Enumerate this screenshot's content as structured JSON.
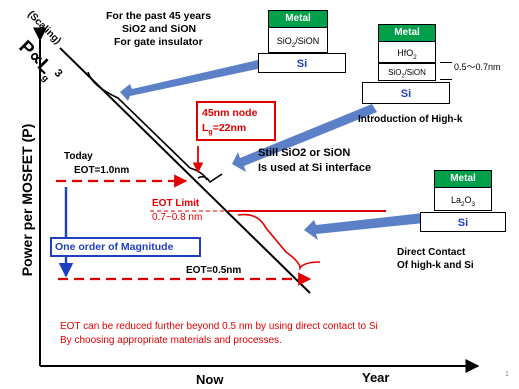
{
  "axes": {
    "y_label": "Power per MOSFET (P)",
    "x_label_now": "Now",
    "x_label_year": "Year"
  },
  "scaling": {
    "label": "(Scaling)",
    "formula_p": "P",
    "formula_prop": "∝",
    "formula_l": "L",
    "formula_sub": "g",
    "formula_exp": "3"
  },
  "past": {
    "line1": "For  the past 45 years",
    "line2": "SiO2 and SiON",
    "line3": "For gate insulator"
  },
  "stack1": {
    "metal": "Metal",
    "oxide": "SiO2/SiON",
    "si": "Si"
  },
  "stack2": {
    "metal": "Metal",
    "oxide": "HfO2",
    "interface": "SiO2/SiON",
    "si": "Si",
    "thickness": "0.5～0.7nm",
    "caption": "Introduction of High-k"
  },
  "stack3": {
    "metal": "Metal",
    "oxide": "La2O3",
    "si": "Si",
    "caption1": "Direct Contact",
    "caption2": "Of high-k and Si"
  },
  "node": {
    "line1": "45nm node",
    "line2_l": "L",
    "line2_sub": "g",
    "line2_rest": "=22nm"
  },
  "still": {
    "line1": "Still SiO2 or SiON",
    "line2": "Is used at Si interface"
  },
  "today": {
    "label": "Today",
    "eot": "EOT=1.0nm"
  },
  "eot_limit": {
    "label": "EOT Limit",
    "range": "0.7~0.8 nm"
  },
  "magnitude": "One order of Magnitude",
  "eot_future": "EOT=0.5nm",
  "conclusion": {
    "line1": "EOT can be reduced further beyond 0.5 nm by using direct contact to Si",
    "line2": "By choosing appropriate materials and processes."
  },
  "page_number": "1",
  "colors": {
    "metal": "#00a04a",
    "red": "#e00000",
    "blue": "#1f3fbf",
    "arrow": "#5b80c8"
  }
}
